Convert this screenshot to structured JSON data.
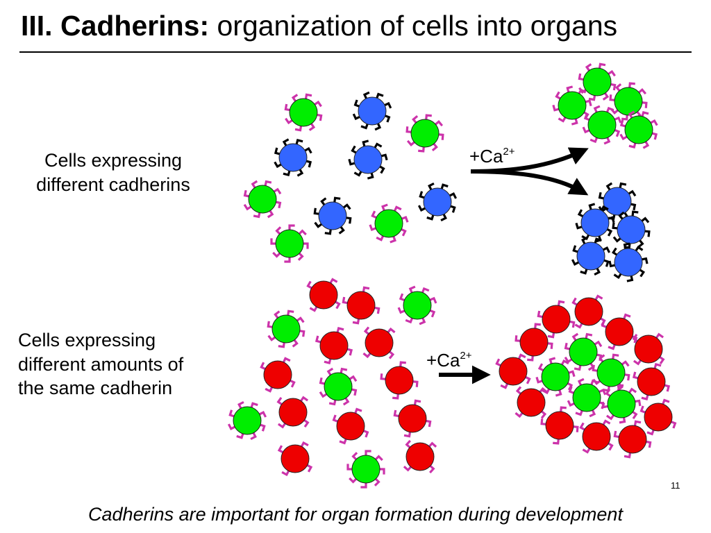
{
  "title": {
    "bold": "III. Cadherins:",
    "rest": " organization of cells into organs"
  },
  "labels": {
    "top": [
      "Cells expressing",
      "different cadherins"
    ],
    "bottom": [
      "Cells expressing",
      "different amounts of",
      "the same cadherin"
    ]
  },
  "ca_label": {
    "base": "+Ca",
    "sup": "2+"
  },
  "page_number": "11",
  "caption": "Cadherins are important for organ formation during development",
  "colors": {
    "green_cell": "#00ee00",
    "blue_cell": "#3366ff",
    "red_cell": "#ee0000",
    "pink_cadherin": "#cc33aa",
    "black_cadherin": "#000000"
  }
}
